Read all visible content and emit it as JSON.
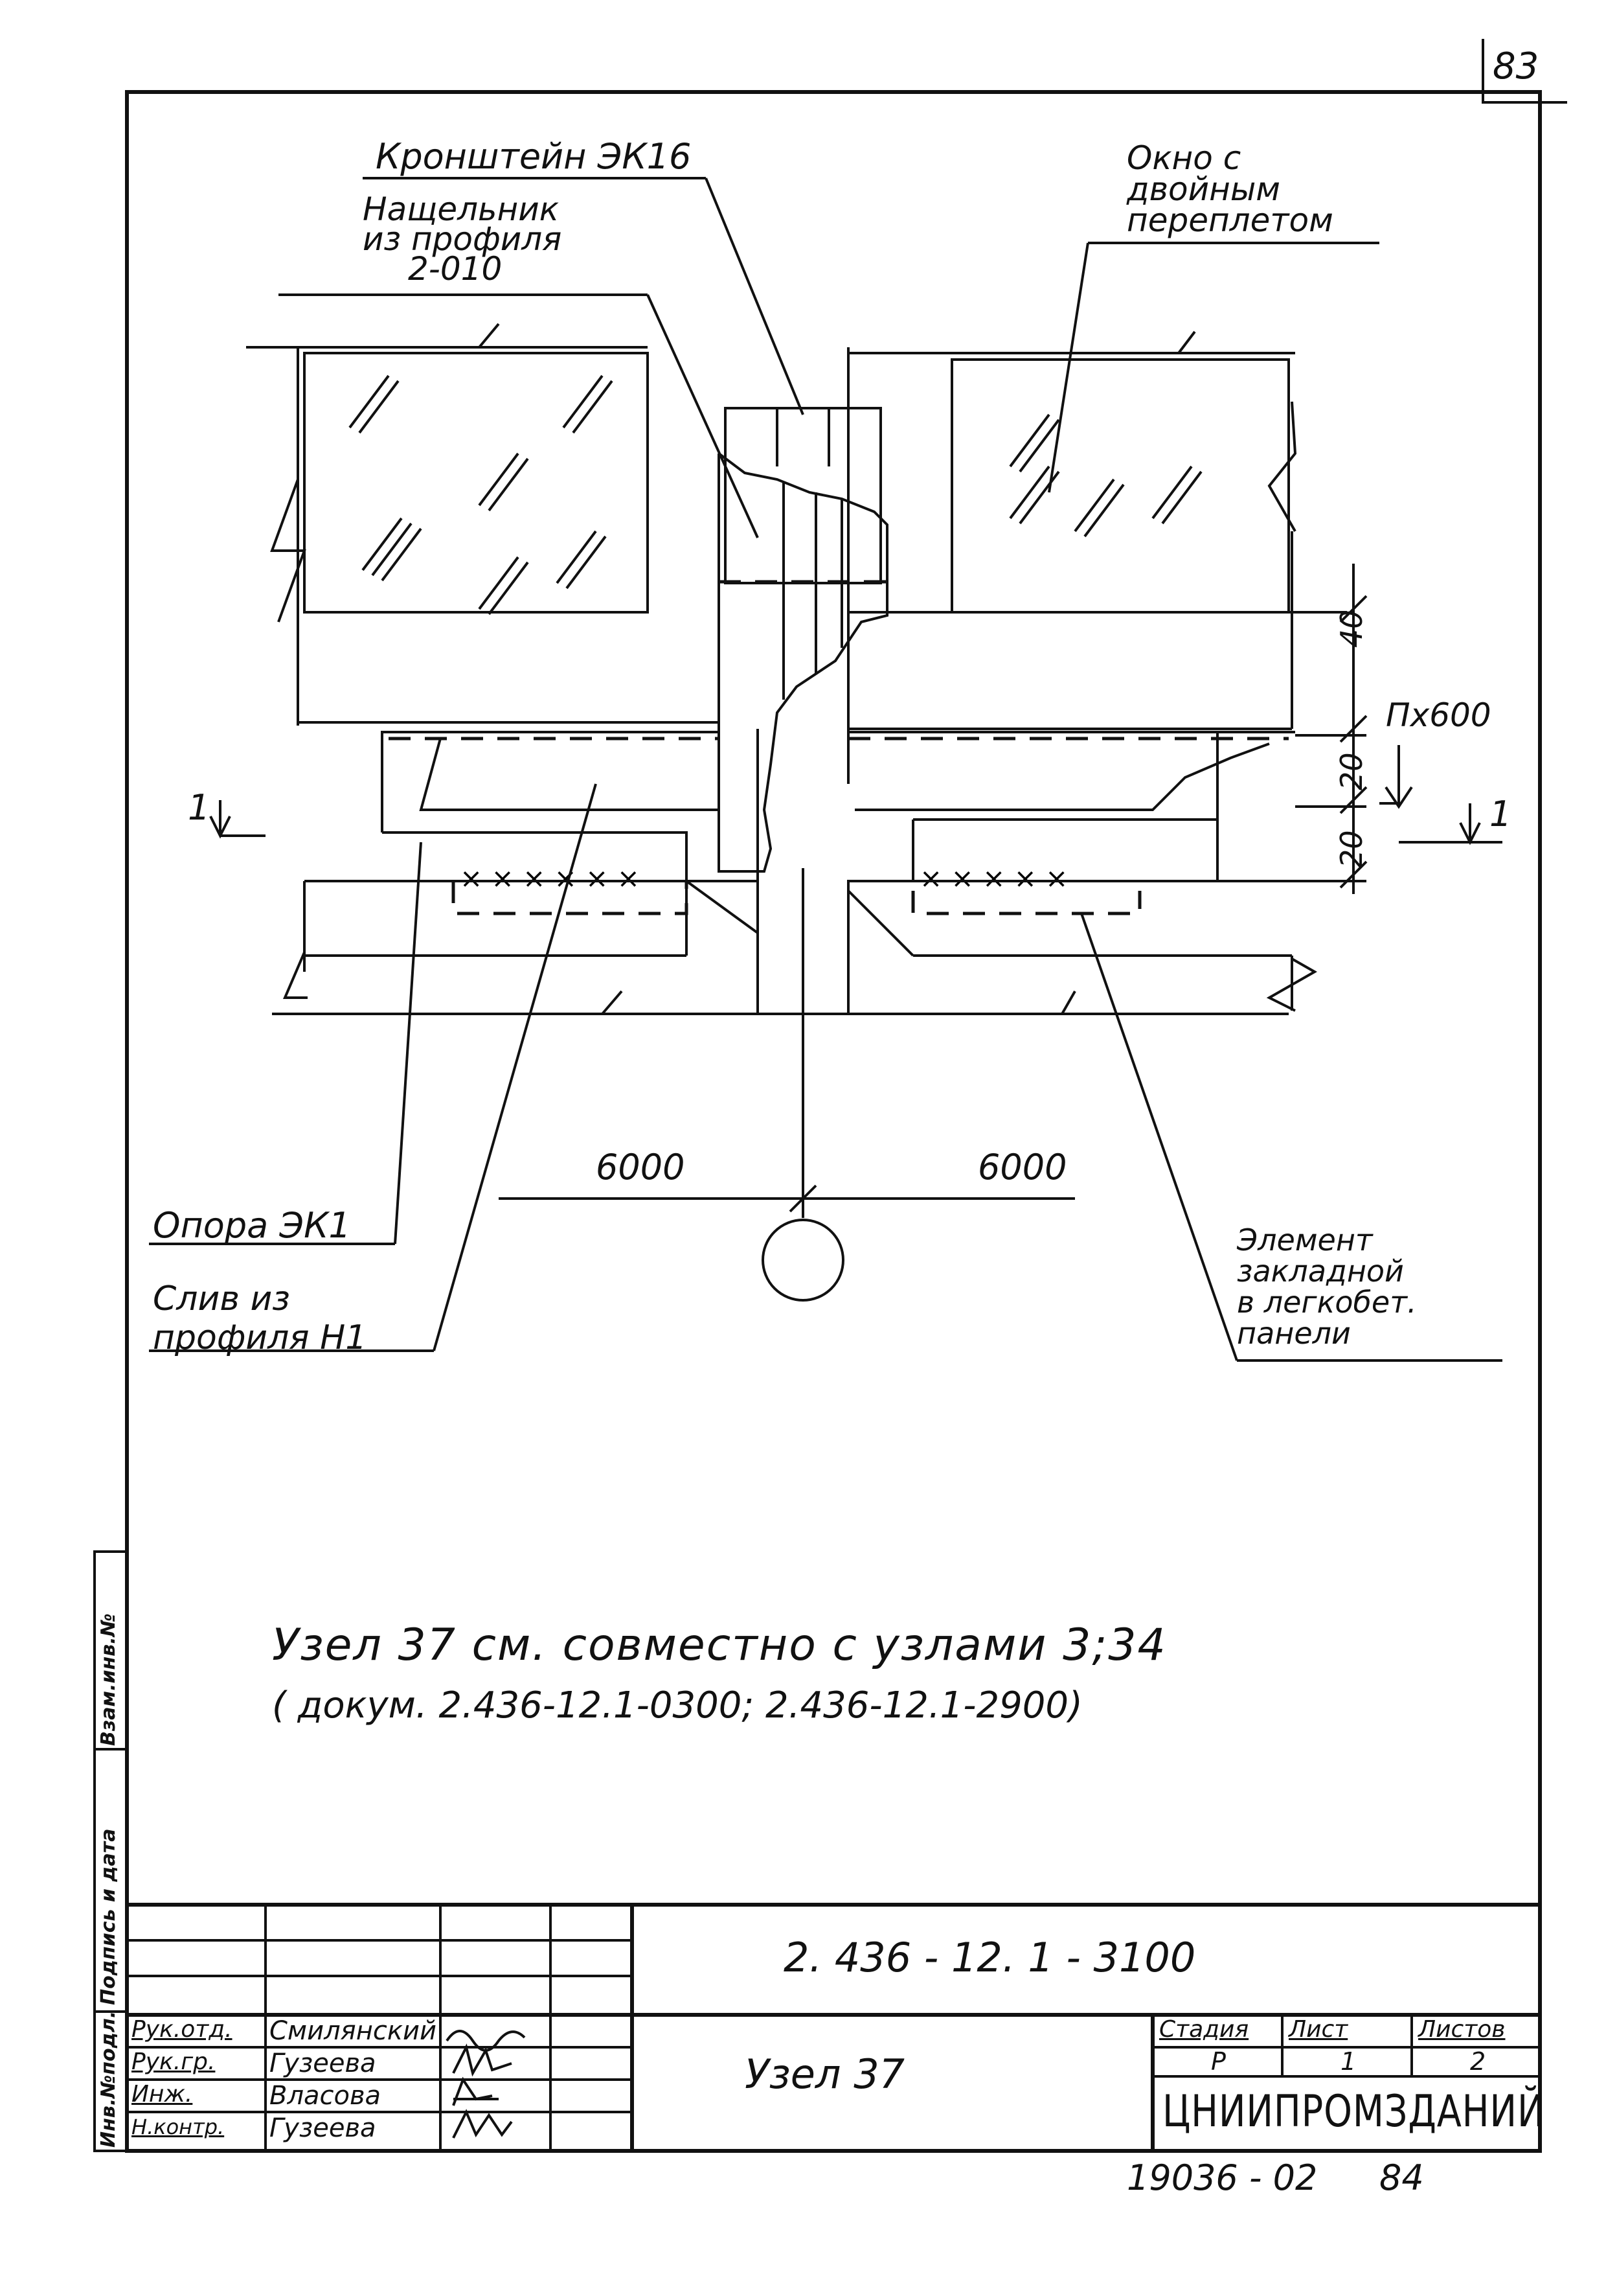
{
  "sheet": {
    "corner_number": "83",
    "bottom_number": "19036 - 02",
    "bottom_page": "84"
  },
  "drawing": {
    "labels": {
      "bracket": "Кронштейн ЭК16",
      "nashchelnik_l1": "Нащельник",
      "nashchelnik_l2": "из профиля",
      "nashchelnik_l3": "2-010",
      "window_l1": "Окно с",
      "window_l2": "двойным",
      "window_l3": "переплетом",
      "support": "Опора ЭК1",
      "drain_l1": "Слив из",
      "drain_l2": "профиля Н1",
      "element_l1": "Элемент",
      "element_l2": "закладной",
      "element_l3": "в легкобет.",
      "element_l4": "панели"
    },
    "dimensions": {
      "d40": "40",
      "d20a": "20",
      "d20b": "20",
      "px600": "Пх600",
      "span_left": "6000",
      "span_right": "6000",
      "section_left": "1",
      "section_right": "1"
    }
  },
  "note": {
    "line1": "Узел 37 см. совместно с узлами 3;34",
    "line2": "( докум. 2.436-12.1-0300; 2.436-12.1-2900)"
  },
  "title_block": {
    "doc_code": "2. 436 - 12. 1 - 3100",
    "sheet_title": "Узел 37",
    "organization": "ЦНИИПРОМЗДАНИЙ",
    "stage_header": "Стадия",
    "sheet_header": "Лист",
    "sheets_header": "Листов",
    "stage_value": "Р",
    "sheet_value": "1",
    "sheets_value": "2",
    "rows": [
      {
        "role": "Рук.отд.",
        "name": "Смилянский"
      },
      {
        "role": "Рук.гр.",
        "name": "Гузеева"
      },
      {
        "role": "Инж.",
        "name": "Власова"
      },
      {
        "role": "Н.контр.",
        "name": "Гузеева"
      }
    ]
  },
  "side_stamp": {
    "inv_orig": "Инв.№подл.",
    "sign_date": "Подпись и дата",
    "vzam_inv": "Взам.инв.№"
  }
}
